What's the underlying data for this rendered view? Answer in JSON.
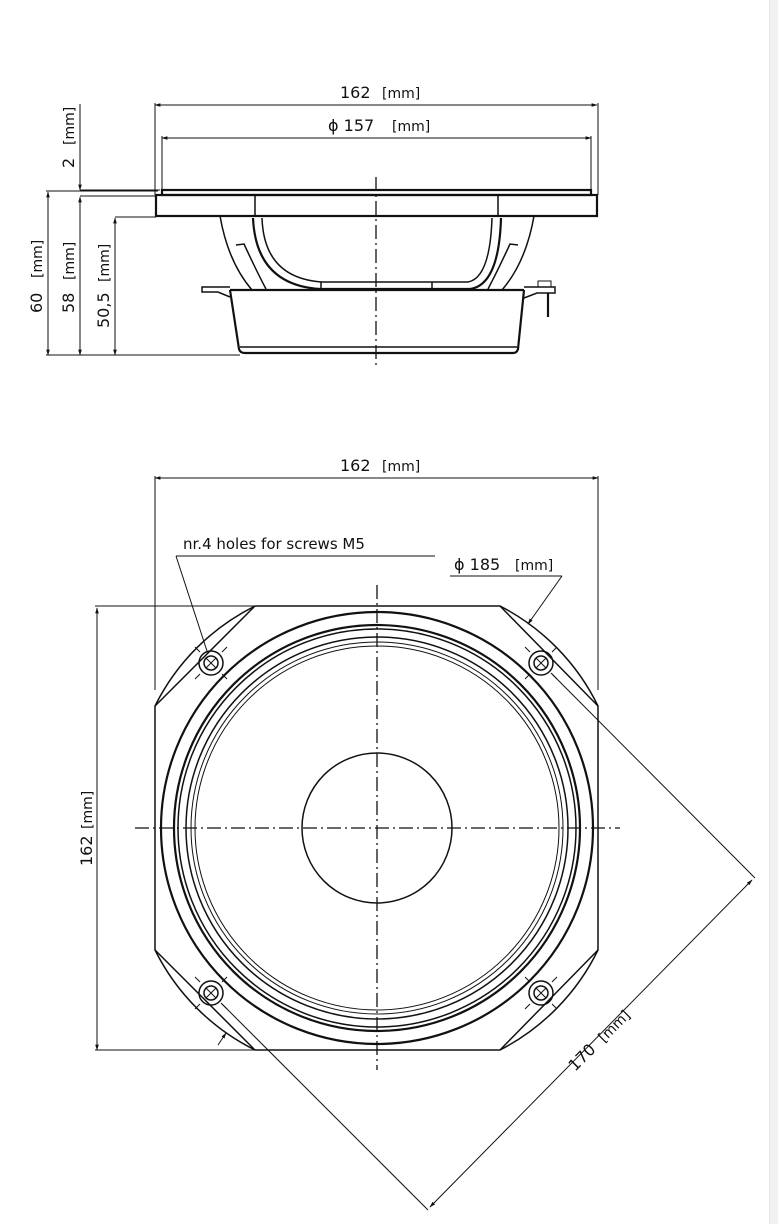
{
  "drawing": {
    "subject": "loudspeaker dimensional drawing",
    "views": [
      "side-view",
      "front-view"
    ],
    "line_color": "#111111",
    "background": "#ffffff"
  },
  "side_view": {
    "dim_overall_width": "162",
    "dim_overall_width_unit": "[mm]",
    "dim_cone_diameter": "ϕ 157",
    "dim_cone_diameter_unit": "[mm]",
    "dim_flange_thickness": "2",
    "dim_flange_thickness_unit": "[mm]",
    "dim_total_depth": "60",
    "dim_total_depth_unit": "[mm]",
    "dim_depth_below_rim": "58",
    "dim_depth_below_rim_unit": "[mm]",
    "dim_mounting_depth": "50,5",
    "dim_mounting_depth_unit": "[mm]"
  },
  "front_view": {
    "dim_width": "162",
    "dim_width_unit": "[mm]",
    "dim_height": "162",
    "dim_height_unit": "[mm]",
    "holes_note": "nr.4  holes  for  screws  M5",
    "dim_outer_diameter": "ϕ 185",
    "dim_outer_diameter_unit": "[mm]",
    "dim_diagonal": "170",
    "dim_diagonal_unit": "[mm]",
    "hole_count": 4
  }
}
